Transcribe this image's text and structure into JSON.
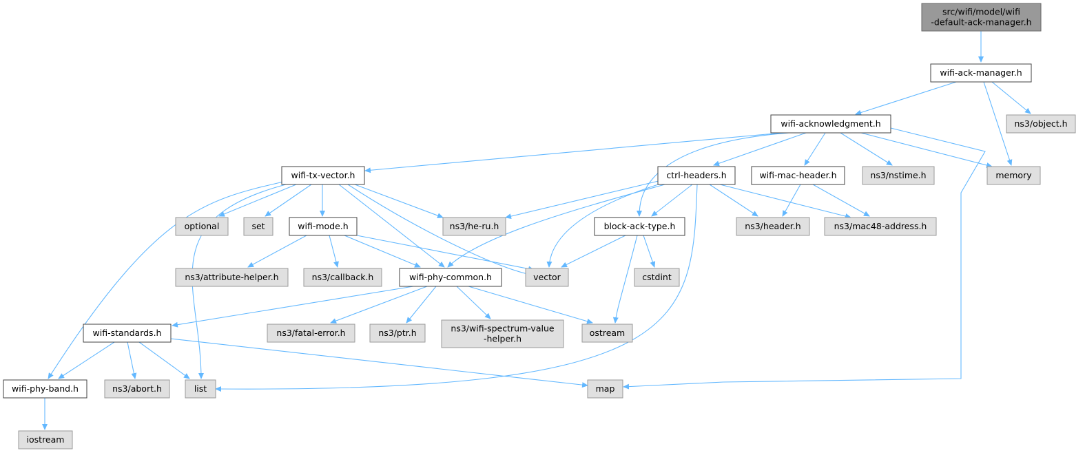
{
  "graph": {
    "colors": {
      "root_fill": "#999999",
      "root_border": "#666666",
      "doc_fill": "#ffffff",
      "doc_border": "#404040",
      "ext_fill": "#e0e0e0",
      "ext_border": "#999999",
      "edge": "#63b8ff"
    },
    "nodes": [
      {
        "id": "root",
        "kind": "root",
        "lines": [
          "src/wifi/model/wifi",
          "-default-ack-manager.h"
        ]
      },
      {
        "id": "ackmgr",
        "kind": "doc",
        "lines": [
          "wifi-ack-manager.h"
        ]
      },
      {
        "id": "object",
        "kind": "ext",
        "lines": [
          "ns3/object.h"
        ]
      },
      {
        "id": "ackn",
        "kind": "doc",
        "lines": [
          "wifi-acknowledgment.h"
        ]
      },
      {
        "id": "memory",
        "kind": "ext",
        "lines": [
          "memory"
        ]
      },
      {
        "id": "txvec",
        "kind": "doc",
        "lines": [
          "wifi-tx-vector.h"
        ]
      },
      {
        "id": "ctrl",
        "kind": "doc",
        "lines": [
          "ctrl-headers.h"
        ]
      },
      {
        "id": "machdr",
        "kind": "doc",
        "lines": [
          "wifi-mac-header.h"
        ]
      },
      {
        "id": "nstime",
        "kind": "ext",
        "lines": [
          "ns3/nstime.h"
        ]
      },
      {
        "id": "optional",
        "kind": "ext",
        "lines": [
          "optional"
        ]
      },
      {
        "id": "set",
        "kind": "ext",
        "lines": [
          "set"
        ]
      },
      {
        "id": "mode",
        "kind": "doc",
        "lines": [
          "wifi-mode.h"
        ]
      },
      {
        "id": "heru",
        "kind": "ext",
        "lines": [
          "ns3/he-ru.h"
        ]
      },
      {
        "id": "blockack",
        "kind": "doc",
        "lines": [
          "block-ack-type.h"
        ]
      },
      {
        "id": "header",
        "kind": "ext",
        "lines": [
          "ns3/header.h"
        ]
      },
      {
        "id": "mac48",
        "kind": "ext",
        "lines": [
          "ns3/mac48-address.h"
        ]
      },
      {
        "id": "attr",
        "kind": "ext",
        "lines": [
          "ns3/attribute-helper.h"
        ]
      },
      {
        "id": "callback",
        "kind": "ext",
        "lines": [
          "ns3/callback.h"
        ]
      },
      {
        "id": "phycommon",
        "kind": "doc",
        "lines": [
          "wifi-phy-common.h"
        ]
      },
      {
        "id": "vector",
        "kind": "ext",
        "lines": [
          "vector"
        ]
      },
      {
        "id": "cstdint",
        "kind": "ext",
        "lines": [
          "cstdint"
        ]
      },
      {
        "id": "standards",
        "kind": "doc",
        "lines": [
          "wifi-standards.h"
        ]
      },
      {
        "id": "fatal",
        "kind": "ext",
        "lines": [
          "ns3/fatal-error.h"
        ]
      },
      {
        "id": "ptr",
        "kind": "ext",
        "lines": [
          "ns3/ptr.h"
        ]
      },
      {
        "id": "spectrum",
        "kind": "ext",
        "lines": [
          "ns3/wifi-spectrum-value",
          "-helper.h"
        ]
      },
      {
        "id": "ostream",
        "kind": "ext",
        "lines": [
          "ostream"
        ]
      },
      {
        "id": "band",
        "kind": "doc",
        "lines": [
          "wifi-phy-band.h"
        ]
      },
      {
        "id": "abort",
        "kind": "ext",
        "lines": [
          "ns3/abort.h"
        ]
      },
      {
        "id": "list",
        "kind": "ext",
        "lines": [
          "list"
        ]
      },
      {
        "id": "map",
        "kind": "ext",
        "lines": [
          "map"
        ]
      },
      {
        "id": "iostream",
        "kind": "ext",
        "lines": [
          "iostream"
        ]
      }
    ],
    "edges": [
      [
        "root",
        "ackmgr"
      ],
      [
        "ackmgr",
        "ackn"
      ],
      [
        "ackmgr",
        "memory"
      ],
      [
        "ackmgr",
        "object"
      ],
      [
        "ackn",
        "txvec"
      ],
      [
        "ackn",
        "blockack"
      ],
      [
        "ackn",
        "ctrl"
      ],
      [
        "ackn",
        "machdr"
      ],
      [
        "ackn",
        "nstime"
      ],
      [
        "ackn",
        "memory"
      ],
      [
        "ackn",
        "map"
      ],
      [
        "txvec",
        "band"
      ],
      [
        "txvec",
        "list"
      ],
      [
        "txvec",
        "optional"
      ],
      [
        "txvec",
        "set"
      ],
      [
        "txvec",
        "mode"
      ],
      [
        "txvec",
        "phycommon"
      ],
      [
        "txvec",
        "vector"
      ],
      [
        "txvec",
        "heru"
      ],
      [
        "ctrl",
        "heru"
      ],
      [
        "ctrl",
        "phycommon"
      ],
      [
        "ctrl",
        "vector"
      ],
      [
        "ctrl",
        "blockack"
      ],
      [
        "ctrl",
        "list"
      ],
      [
        "ctrl",
        "header"
      ],
      [
        "ctrl",
        "mac48"
      ],
      [
        "machdr",
        "header"
      ],
      [
        "machdr",
        "mac48"
      ],
      [
        "mode",
        "attr"
      ],
      [
        "mode",
        "callback"
      ],
      [
        "mode",
        "phycommon"
      ],
      [
        "mode",
        "vector"
      ],
      [
        "blockack",
        "vector"
      ],
      [
        "blockack",
        "cstdint"
      ],
      [
        "blockack",
        "ostream"
      ],
      [
        "phycommon",
        "standards"
      ],
      [
        "phycommon",
        "fatal"
      ],
      [
        "phycommon",
        "ptr"
      ],
      [
        "phycommon",
        "spectrum"
      ],
      [
        "phycommon",
        "ostream"
      ],
      [
        "standards",
        "band"
      ],
      [
        "standards",
        "abort"
      ],
      [
        "standards",
        "list"
      ],
      [
        "standards",
        "map"
      ],
      [
        "band",
        "iostream"
      ]
    ]
  }
}
